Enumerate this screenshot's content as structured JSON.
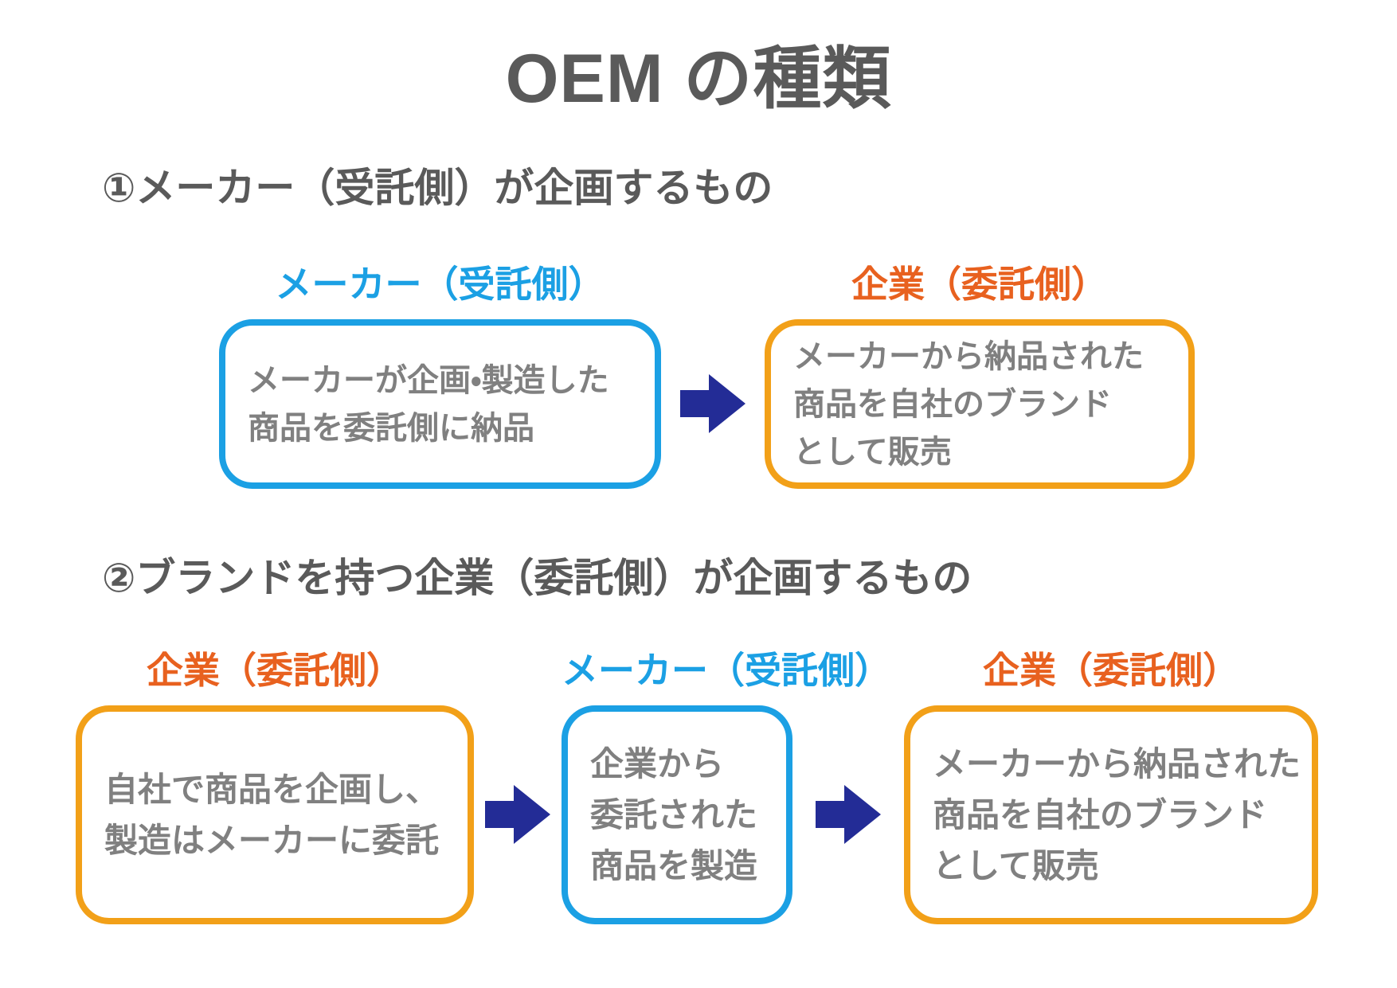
{
  "title": "OEM の種類",
  "colors": {
    "background": "#FFFFFF",
    "heading_text": "#5A5A5A",
    "body_text": "#808080",
    "maker_blue": "#1BA0E4",
    "company_orange_text": "#E8611F",
    "company_orange_border": "#F2A018",
    "arrow_navy": "#232C96"
  },
  "sections": [
    {
      "heading": "①メーカー（受託側）が企画するもの",
      "nodes": [
        {
          "label": "メーカー（受託側）",
          "type": "maker",
          "lines": [
            "メーカーが企画・製造した",
            "商品を委託側に納品"
          ]
        },
        {
          "label": "企業（委託側）",
          "type": "company",
          "lines": [
            "メーカーから納品された",
            "商品を自社のブランド",
            "として販売"
          ]
        }
      ]
    },
    {
      "heading": "②ブランドを持つ企業（委託側）が企画するもの",
      "nodes": [
        {
          "label": "企業（委託側）",
          "type": "company",
          "lines": [
            "自社で商品を企画し、",
            "製造はメーカーに委託"
          ]
        },
        {
          "label": "メーカー（受託側）",
          "type": "maker",
          "lines": [
            "企業から",
            "委託された",
            "商品を製造"
          ]
        },
        {
          "label": "企業（委託側）",
          "type": "company",
          "lines": [
            "メーカーから納品された",
            "商品を自社のブランド",
            "として販売"
          ]
        }
      ]
    }
  ],
  "arrow_icon": "block-arrow-right"
}
